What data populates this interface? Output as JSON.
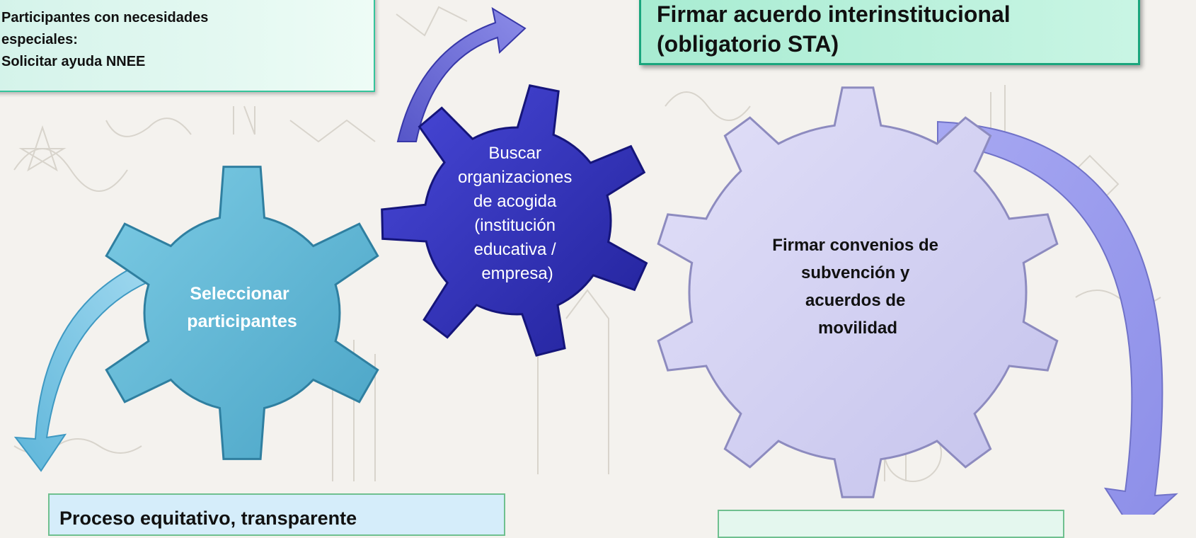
{
  "boxes": {
    "nnee": {
      "lines": [
        "Participantes con necesidades",
        "especiales:",
        "Solicitar ayuda NNEE"
      ]
    },
    "sta": {
      "lines": [
        "Firmar acuerdo interinstitucional",
        "(obligatorio STA)"
      ]
    },
    "proceso": {
      "text": "Proceso equitativo, transparente"
    }
  },
  "gears": {
    "seleccionar": {
      "lines": [
        "Seleccionar",
        "participantes"
      ],
      "color": "#63b9d6"
    },
    "buscar": {
      "lines": [
        "Buscar",
        "organizaciones",
        "de  acogida",
        "(institución",
        "educativa /",
        "empresa)"
      ],
      "color": "#3131b8"
    },
    "firmar": {
      "lines": [
        "Firmar convenios de",
        "subvención y",
        "acuerdos de",
        "movilidad"
      ],
      "color": "#d2d0f2"
    }
  },
  "colors": {
    "arrow_blue": "#6a6ad0",
    "arrow_light_blue": "#7fc8e6",
    "arrow_lavender": "#a9aaf0",
    "box_green_border": "#1aa67d"
  }
}
